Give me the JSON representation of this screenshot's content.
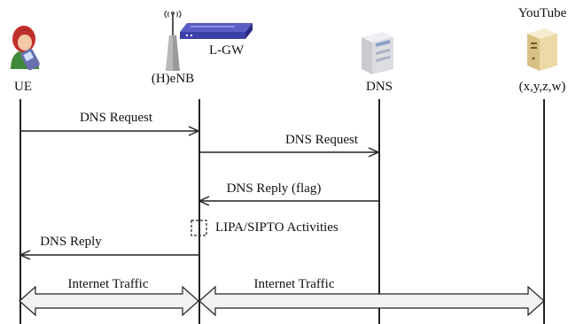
{
  "entities": {
    "ue": "UE",
    "henb": "(H)eNB",
    "lgw": "L-GW",
    "dns": "DNS",
    "youtube_name": "YouTube",
    "youtube_addr": "(x,y,z,w)"
  },
  "messages": {
    "dns_request_1": "DNS Request",
    "dns_request_2": "DNS Request",
    "dns_reply_flag": "DNS Reply (flag)",
    "lipa_sipto": "LIPA/SIPTO Activities",
    "dns_reply": "DNS Reply",
    "internet_traffic_1": "Internet Traffic",
    "internet_traffic_2": "Internet Traffic"
  },
  "icons": {
    "ue": "user-with-phone-icon",
    "henb": "antenna-tower-icon",
    "lgw": "gateway-router-icon",
    "dns": "server-icon",
    "youtube": "server-tower-icon",
    "lipa": "dashed-box-icon"
  },
  "colors": {
    "line": "#222222",
    "arrow_fill": "#f2f2f2",
    "ue_hair": "#c0302a",
    "ue_phone": "#6a6fae",
    "gateway": "#3d3fa8",
    "server": "#dcdde2",
    "youtube_server": "#ecd9a6"
  }
}
